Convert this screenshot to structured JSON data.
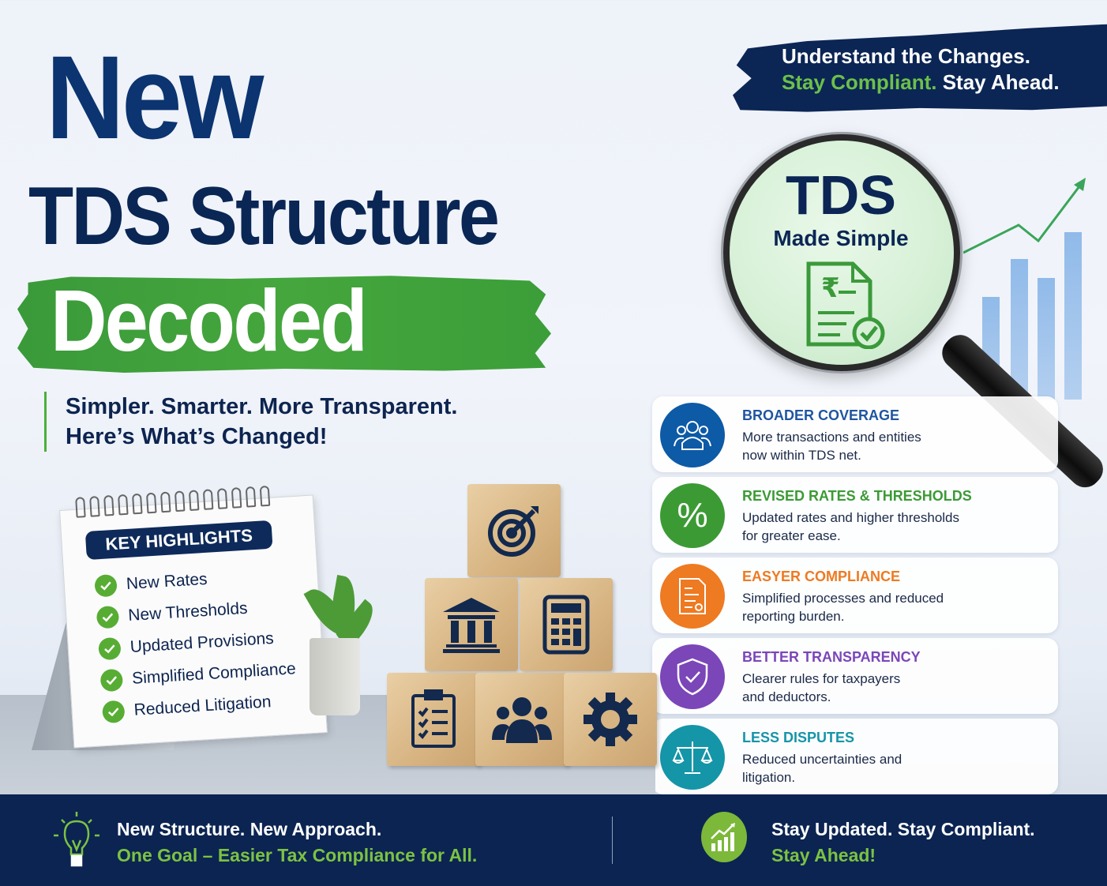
{
  "header": {
    "title_line1": "New",
    "title_line2": "TDS Structure",
    "title_line3": "Decoded",
    "subtitle_line1": "Simpler. Smarter. More Transparent.",
    "subtitle_line2": "Here’s What’s Changed!"
  },
  "tagline": {
    "line1": "Understand the Changes.",
    "line2_green": "Stay Compliant.",
    "line2_white": " Stay Ahead."
  },
  "magnifier": {
    "title": "TDS",
    "subtitle": "Made Simple",
    "icon": "rupee-document-check-icon"
  },
  "features": [
    {
      "title": "BROADER COVERAGE",
      "desc_line1": "More transactions and entities",
      "desc_line2": "now within TDS net.",
      "color": "#0d5aa7",
      "icon": "people-group-icon"
    },
    {
      "title": "REVISED RATES & THRESHOLDS",
      "desc_line1": "Updated rates and higher thresholds",
      "desc_line2": "for greater ease.",
      "color": "#3c9a35",
      "icon": "percent-icon"
    },
    {
      "title": "EASYER COMPLIANCE",
      "desc_line1": "Simplified processes and reduced",
      "desc_line2": "reporting burden.",
      "color": "#ee7a22",
      "icon": "document-icon"
    },
    {
      "title": "BETTER TRANSPARENCY",
      "desc_line1": "Clearer rules for taxpayers",
      "desc_line2": "and deductors.",
      "color": "#7b46b8",
      "icon": "shield-check-icon"
    },
    {
      "title": "LESS DISPUTES",
      "desc_line1": "Reduced uncertainties and",
      "desc_line2": "litigation.",
      "color": "#1595a8",
      "icon": "scales-icon"
    }
  ],
  "calendar": {
    "heading": "KEY HIGHLIGHTS",
    "items": [
      "New Rates",
      "New Thresholds",
      "Updated Provisions",
      "Simplified Compliance",
      "Reduced Litigation"
    ]
  },
  "blocks": [
    "target-icon",
    "bank-icon",
    "calculator-icon",
    "clipboard-checklist-icon",
    "team-icon",
    "gear-icon"
  ],
  "footer": {
    "left_line1": "New Structure. New Approach.",
    "left_line2": "One Goal – Easier Tax Compliance for All.",
    "right_line1": "Stay Updated. Stay Compliant.",
    "right_line2": "Stay Ahead!"
  },
  "colors": {
    "navy": "#0b2452",
    "green": "#45a63d",
    "accent_green": "#7cc242"
  }
}
